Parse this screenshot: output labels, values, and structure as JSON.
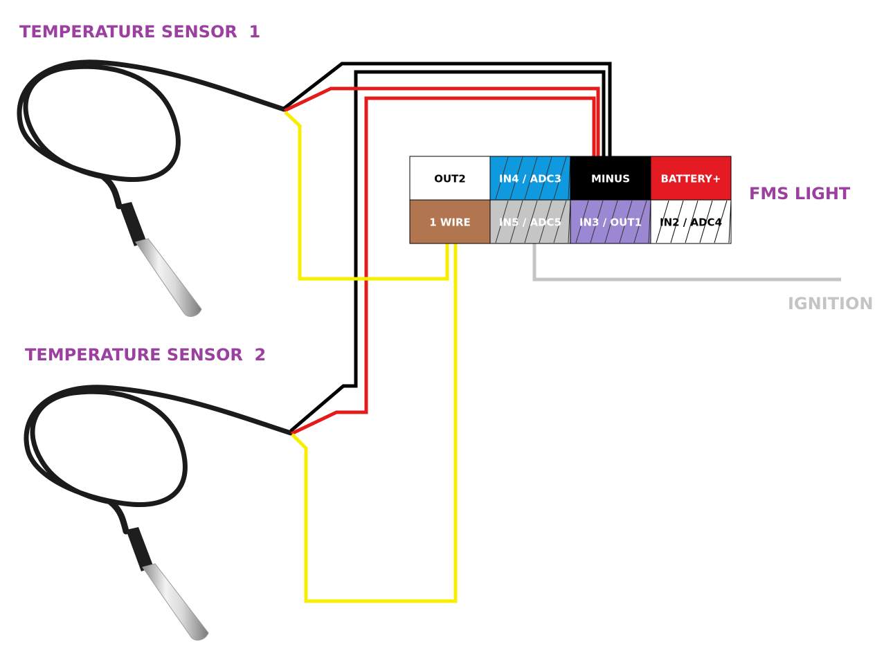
{
  "sensor1_label": "TEMPERATURE SENSOR  1",
  "sensor2_label": "TEMPERATURE SENSOR  2",
  "device_label": "FMS LIGHT",
  "ignition_label": "IGNITION",
  "colors": {
    "label": "#9b3fa0",
    "ignition": "#c4c4c4",
    "wire_black": "#000000",
    "wire_red": "#e41b1b",
    "wire_yellow": "#f7ee00",
    "wire_grey": "#c4c4c4",
    "cable": "#1b1b1b",
    "probe_tip": "#cfcfcf"
  },
  "connector": {
    "top_row": [
      {
        "label": "OUT2",
        "bg": "#ffffff",
        "text_color": "#000000",
        "hatched": false
      },
      {
        "label": "IN4 / ADC3",
        "bg": "#0f9ae0",
        "text_color": "#ffffff",
        "hatched": true
      },
      {
        "label": "MINUS",
        "bg": "#000000",
        "text_color": "#ffffff",
        "hatched": false
      },
      {
        "label": "BATTERY+",
        "bg": "#e41b23",
        "text_color": "#ffffff",
        "hatched": false
      }
    ],
    "bottom_row": [
      {
        "label": "1 WIRE",
        "bg": "#b17650",
        "text_color": "#ffffff",
        "hatched": false
      },
      {
        "label": "IN5 / ADC5",
        "bg": "#c5c5c5",
        "text_color": "#ffffff",
        "hatched": true
      },
      {
        "label": "IN3 / OUT1",
        "bg": "#9b87d2",
        "text_color": "#ffffff",
        "hatched": true
      },
      {
        "label": "IN2 / ADC4",
        "bg": "#ffffff",
        "text_color": "#000000",
        "hatched": true
      }
    ]
  }
}
